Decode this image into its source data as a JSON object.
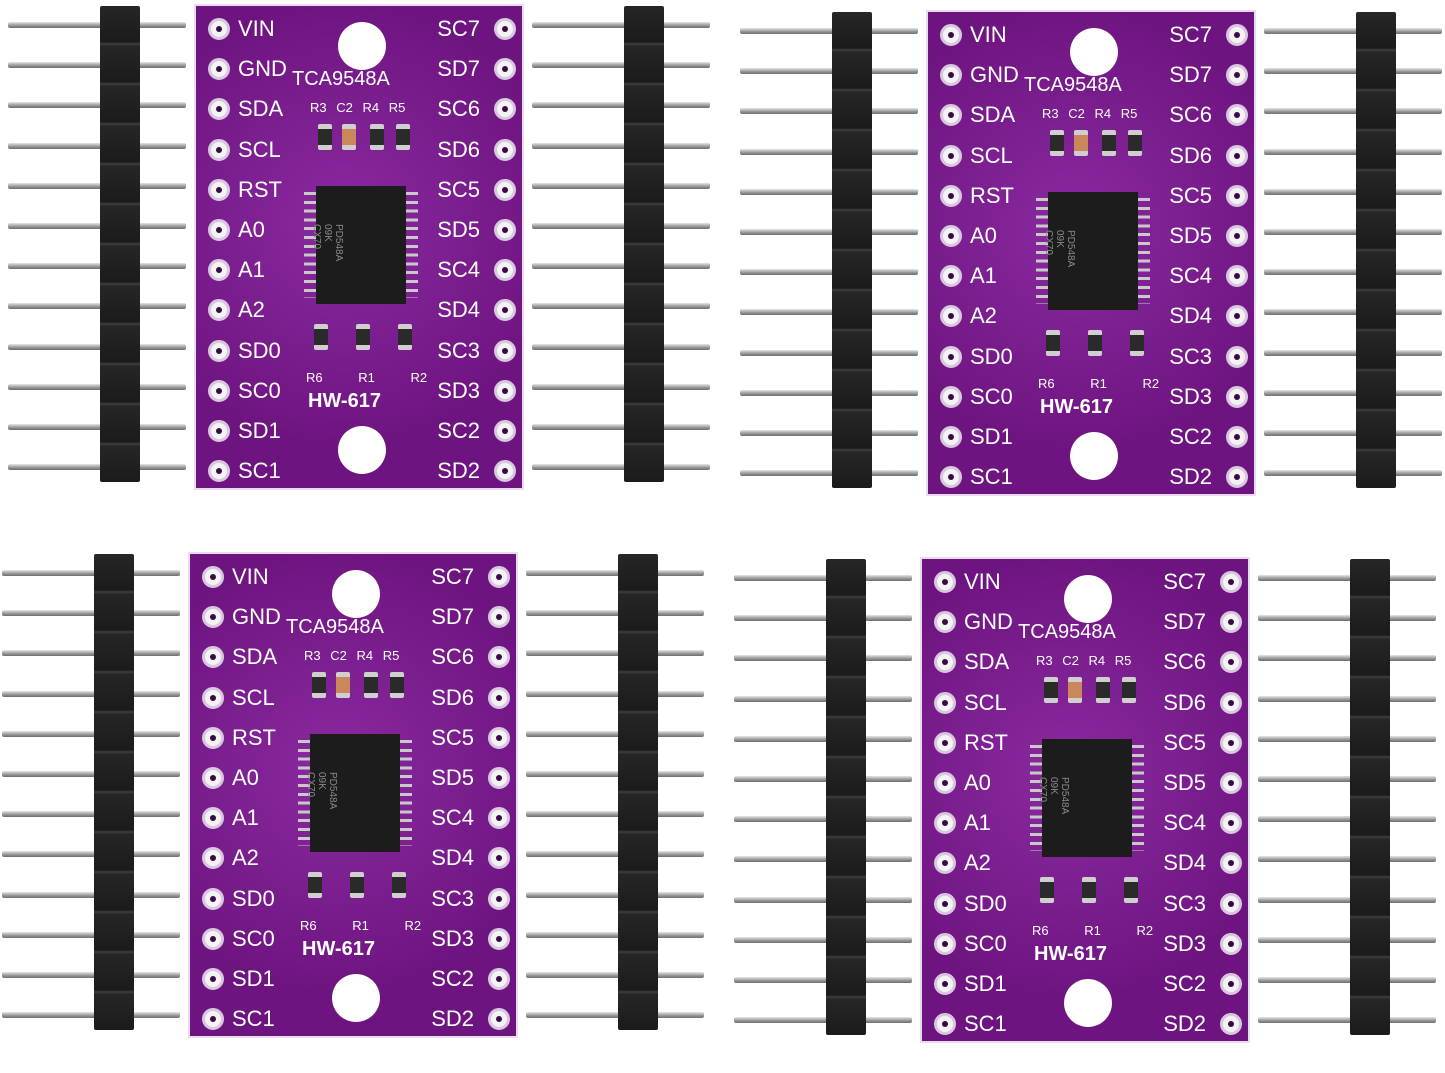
{
  "product": {
    "part_number": "TCA9548A",
    "model": "HW-617",
    "chip_marking": [
      "PD548A",
      "09K",
      "CX70"
    ],
    "components_top": "R3 C2 R4 R5",
    "components_bottom": "R6 R1 R2",
    "module_count": 4
  },
  "pins_left": [
    "VIN",
    "GND",
    "SDA",
    "SCL",
    "RST",
    "A0",
    "A1",
    "A2",
    "SD0",
    "SC0",
    "SD1",
    "SC1"
  ],
  "pins_right": [
    "SC7",
    "SD7",
    "SC6",
    "SD6",
    "SC5",
    "SD5",
    "SC4",
    "SD4",
    "SC3",
    "SD3",
    "SC2",
    "SD2"
  ],
  "colors": {
    "pcb": "#7a1b8c",
    "silkscreen": "#ffffff",
    "header": "#1e1e1e",
    "pin": "#9a9a9a"
  }
}
